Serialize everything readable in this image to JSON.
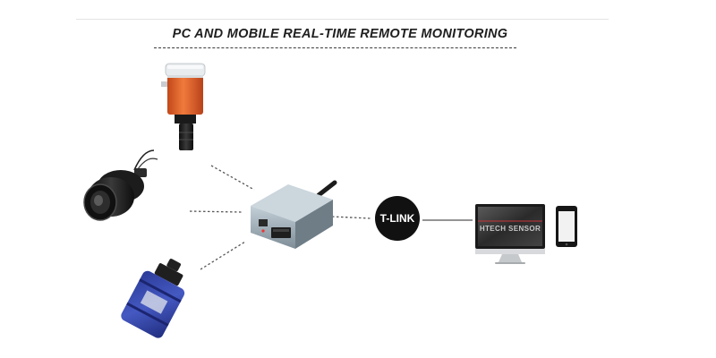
{
  "header": {
    "title": "PC AND MOBILE REAL-TIME REMOTE MONITORING"
  },
  "nodes": {
    "gateway": {
      "label": "T-LINK"
    },
    "monitor": {
      "screen_text": "HTECH SENSOR"
    }
  },
  "colors": {
    "orange_sensor": "#e8622a",
    "blue_sensor": "#2f3f9e",
    "gateway_body": "#8f9ea8",
    "tlink_circle": "#111111",
    "monitor_screen_red": "#c9353a"
  }
}
